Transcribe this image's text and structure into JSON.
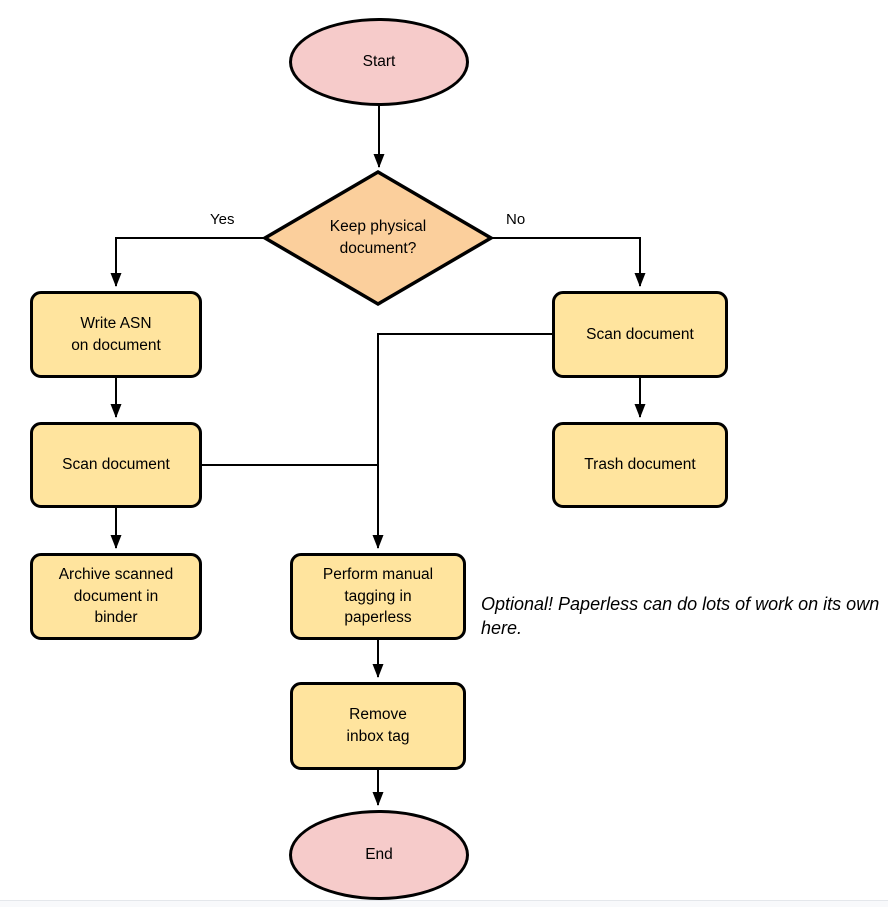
{
  "diagram": {
    "colors": {
      "terminal_fill": "#f6cbca",
      "decision_fill": "#fbcf9c",
      "process_fill": "#ffe49e",
      "stroke": "#000000"
    },
    "nodes": {
      "start": {
        "label": "Start"
      },
      "decision": {
        "lines": [
          "Keep physical",
          "document?"
        ]
      },
      "write_asn": {
        "lines": [
          "Write ASN",
          "on document"
        ]
      },
      "scan_left": {
        "label": "Scan document"
      },
      "archive": {
        "lines": [
          "Archive scanned",
          "document in",
          "binder"
        ]
      },
      "scan_right": {
        "label": "Scan document"
      },
      "trash": {
        "label": "Trash document"
      },
      "tagging": {
        "lines": [
          "Perform manual",
          "tagging in",
          "paperless"
        ]
      },
      "remove_inbox": {
        "lines": [
          "Remove",
          "inbox tag"
        ]
      },
      "end": {
        "label": "End"
      }
    },
    "edge_labels": {
      "yes": "Yes",
      "no": "No"
    },
    "annotation": "Optional! Paperless can do lots of work on its own here."
  }
}
